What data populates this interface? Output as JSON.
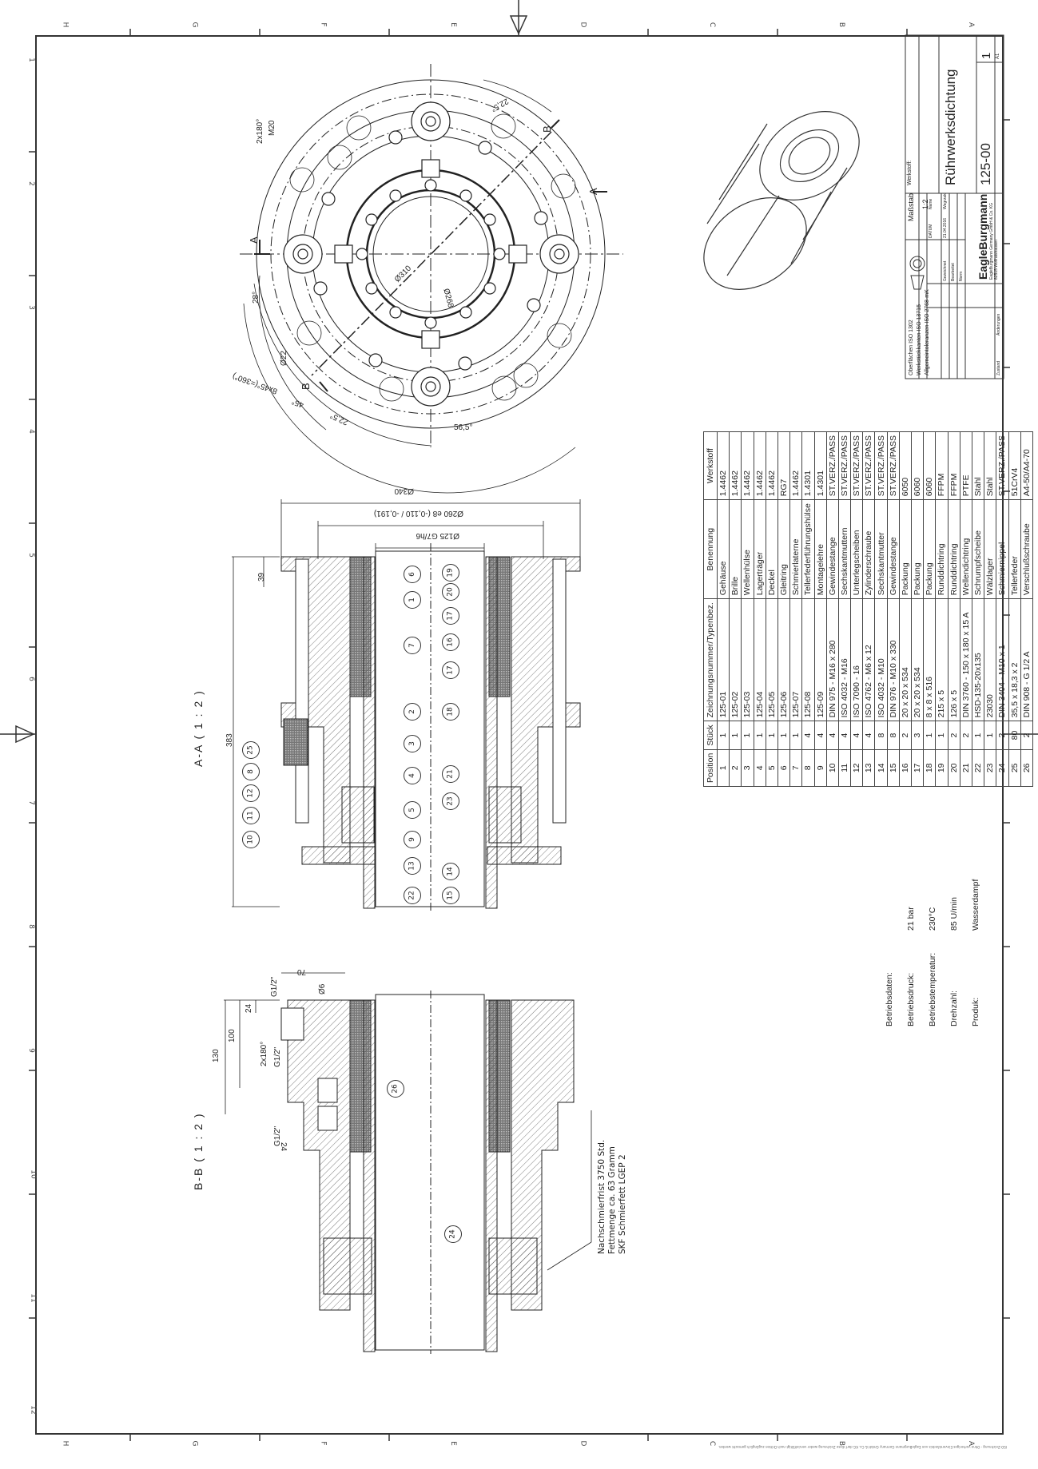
{
  "drawing": {
    "title": "Rührwerksdichtung",
    "number": "125-00",
    "sheet": "1",
    "format": "A1",
    "scale_label": "Maßstab",
    "scale": "1:2",
    "material_label": "Werkstoff:",
    "company": "EagleBurgmann",
    "company_sub": "EagleBurgmann Germany GmbH & Co. KG",
    "company_city": "82515 Wolfratshausen",
    "notes": [
      "Oberflächen ISO 1302",
      "Werkstückkanten ISO 13715",
      "Allgemeintoleranzen ISO 2768-mK"
    ],
    "date_label": "DATUM",
    "name_label": "Name",
    "drawn_label": "Gezeichnet",
    "drawn_date": "21.04.2016",
    "drawn_name": "Wegrzak",
    "checked_label": "Bearbeitet",
    "norm_label": "Norm",
    "change_label": "Änderungen",
    "status_label": "Zustand"
  },
  "border": {
    "columns": [
      "H",
      "G",
      "F",
      "E",
      "D",
      "C",
      "B",
      "A"
    ],
    "rows": [
      "1",
      "2",
      "3",
      "4",
      "5",
      "6",
      "7",
      "8",
      "9",
      "10",
      "11",
      "12"
    ]
  },
  "views": {
    "top": {
      "dims": [
        "2x180°",
        "M20",
        "22,5°",
        "B",
        "A",
        "A",
        "B",
        "28°",
        "Ø22",
        "Ø310",
        "Ø268",
        "8x45°(=360°)",
        "45°",
        "22,5°",
        "56,5°"
      ]
    },
    "section_aa": {
      "label": "A-A ( 1 : 2 )",
      "dims": [
        "Ø340",
        "Ø260 e8 (-0,110 / -0,191)",
        "Ø125 G7/h6",
        "39",
        "383"
      ],
      "balloons": [
        "6",
        "1",
        "7",
        "2",
        "3",
        "4",
        "5",
        "9",
        "13",
        "22",
        "19",
        "20",
        "17",
        "16",
        "17",
        "18",
        "21",
        "23",
        "14",
        "15",
        "25",
        "8",
        "12",
        "11",
        "10"
      ]
    },
    "section_bb": {
      "label": "B-B ( 1 : 2 )",
      "dims": [
        "70",
        "Ø6",
        "G1/2\"",
        "24",
        "100",
        "130",
        "2x180°",
        "G1/2\"",
        "G1/2\"",
        "24"
      ],
      "balloons": [
        "26",
        "24"
      ]
    },
    "lubrication_note": [
      "Nachschmierfrist 3750 Std.",
      "Fettmenge ca. 63 Gramm",
      "SKF Schmierfett LGEP 2"
    ]
  },
  "operating_data": {
    "heading": "Betriebsdaten:",
    "rows": [
      {
        "label": "Betriebsdruck:",
        "value": "21 bar"
      },
      {
        "label": "Betriebstemperatur:",
        "value": "230°C"
      },
      {
        "label": "Drehzahl:",
        "value": "85 U/min"
      },
      {
        "label": "Produk:",
        "value": "Wasserdampf"
      }
    ]
  },
  "parts_table": {
    "headers": [
      "Position",
      "Stück",
      "Zeichnungsnummer/Typenbez.",
      "Benennung",
      "Werkstoff"
    ],
    "rows": [
      [
        "1",
        "1",
        "125-01",
        "Gehäuse",
        "1.4462"
      ],
      [
        "2",
        "1",
        "125-02",
        "Brille",
        "1.4462"
      ],
      [
        "3",
        "1",
        "125-03",
        "Wellenhülse",
        "1.4462"
      ],
      [
        "4",
        "1",
        "125-04",
        "Lagerträger",
        "1.4462"
      ],
      [
        "5",
        "1",
        "125-05",
        "Deckel",
        "1.4462"
      ],
      [
        "6",
        "1",
        "125-06",
        "Gleitring",
        "RG7"
      ],
      [
        "7",
        "1",
        "125-07",
        "Schmierlaterne",
        "1.4462"
      ],
      [
        "8",
        "4",
        "125-08",
        "Tellerfederführungshülse",
        "1.4301"
      ],
      [
        "9",
        "4",
        "125-09",
        "Montagelehre",
        "1.4301"
      ],
      [
        "10",
        "4",
        "DIN 975 - M16 x 280",
        "Gewindestange",
        "ST.VERZ./PASS"
      ],
      [
        "11",
        "4",
        "ISO 4032 - M16",
        "Sechskantmuttern",
        "ST.VERZ./PASS"
      ],
      [
        "12",
        "4",
        "ISO 7090 - 16",
        "Unterlegscheiben",
        "ST.VERZ./PASS"
      ],
      [
        "13",
        "4",
        "ISO 4762 - M6 x 12",
        "Zylinderschraube",
        "ST.VERZ./PASS"
      ],
      [
        "14",
        "8",
        "ISO 4032 - M10",
        "Sechskantmutter",
        "ST.VERZ./PASS"
      ],
      [
        "15",
        "8",
        "DIN 976 - M10 x 330",
        "Gewindestange",
        "ST.VERZ./PASS"
      ],
      [
        "16",
        "2",
        "20 x 20 x 534",
        "Packung",
        "6050"
      ],
      [
        "17",
        "3",
        "20 x 20 x 534",
        "Packung",
        "6060"
      ],
      [
        "18",
        "1",
        "8 x 8 x 516",
        "Packung",
        "6060"
      ],
      [
        "19",
        "1",
        "215 x 5",
        "Runddichtring",
        "FFPM"
      ],
      [
        "20",
        "2",
        "126 x 5",
        "Runddichtring",
        "FFPM"
      ],
      [
        "21",
        "2",
        "DIN 3760 - 150 x 180 x 15 A",
        "Wellendichtring",
        "PTFE"
      ],
      [
        "22",
        "1",
        "HSD-135-20x135",
        "Schrumpfscheibe",
        "Stahl"
      ],
      [
        "23",
        "1",
        "23030",
        "Wälzlager",
        "Stahl"
      ],
      [
        "24",
        "2",
        "DIN 3404 - M10 x 1",
        "Schmiernippel",
        "ST.VERZ./PASS"
      ],
      [
        "25",
        "80",
        "35,5 x 18,3 x 2",
        "Tellerfeder",
        "51CrV4"
      ],
      [
        "26",
        "2",
        "DIN 908 - G 1/2 A",
        "Verschlußschraube",
        "A4-50/A4-70"
      ]
    ]
  },
  "footer": {
    "copyright": "ISO-Zeichnung - Ohne vorheriges Einverständnis von EagleBurgmann Germany GmbH & Co. KG darf diese Zeichnung weder vervielfältigt noch Dritten zugänglich gemacht werden."
  }
}
